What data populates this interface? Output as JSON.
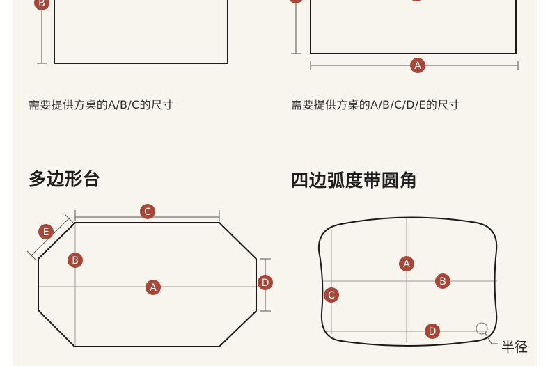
{
  "panels": {
    "top_left": {
      "caption": "需要提供方桌的A/B/C的尺寸",
      "badges": [
        "B"
      ]
    },
    "top_right": {
      "caption": "需要提供方桌的A/B/C/D/E的尺寸",
      "badges": [
        "A"
      ]
    },
    "polygon": {
      "title": "多边形台",
      "badges": [
        "C",
        "E",
        "B",
        "A",
        "D"
      ]
    },
    "rounded": {
      "title": "四边弧度带圆角",
      "badges": [
        "A",
        "B",
        "C",
        "D"
      ],
      "radius_label": "半径"
    }
  },
  "colors": {
    "badge": "#a84738",
    "outline": "#1a1a1a",
    "guide": "#9e9892",
    "background": "#f8f4ee"
  }
}
